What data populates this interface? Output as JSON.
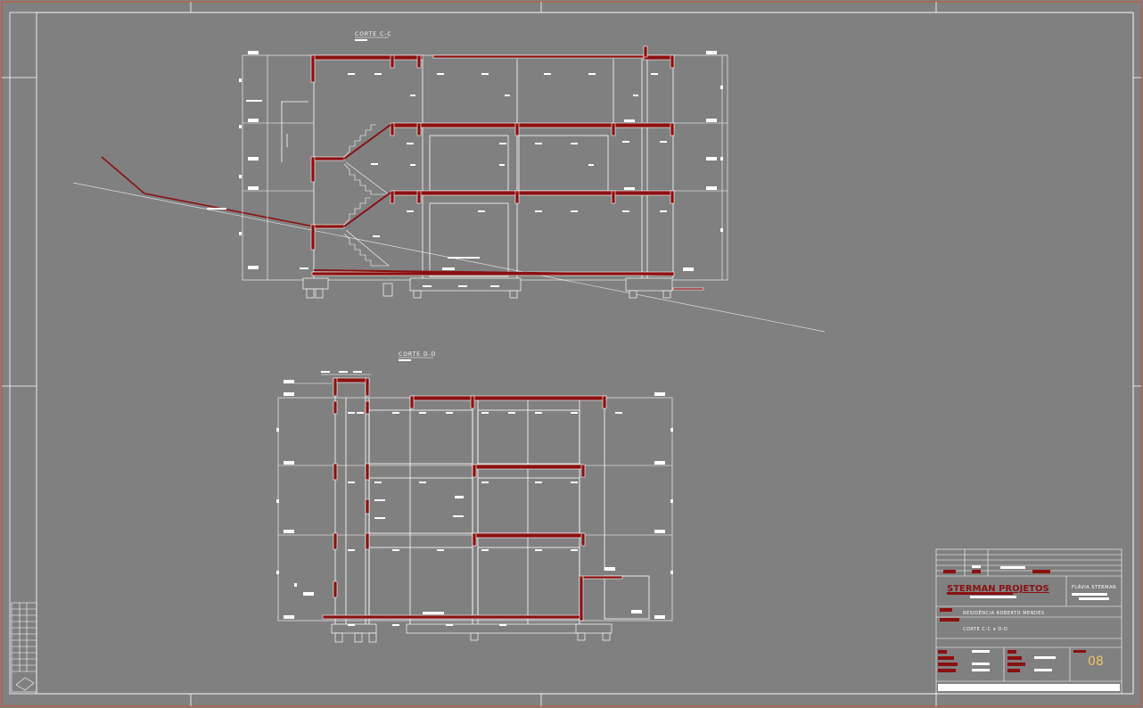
{
  "drawing": {
    "section_cc": {
      "title": "CORTE C-C"
    },
    "section_dd": {
      "title": "CORTE D-D"
    }
  },
  "title_block": {
    "brand": "STERMAN PROJETOS",
    "author_label": "FLÁVIA STERMAN",
    "project": "RESIDÊNCIA ROBERTO MENDES",
    "sheet_content": "CORTE C-C e D-D",
    "sheet_number": "08"
  },
  "colors": {
    "background": "#808080",
    "linework": "#ffffff",
    "cut_elements": "#8b1010",
    "frame": "#d05030",
    "sheet_number": "#f0c070"
  }
}
